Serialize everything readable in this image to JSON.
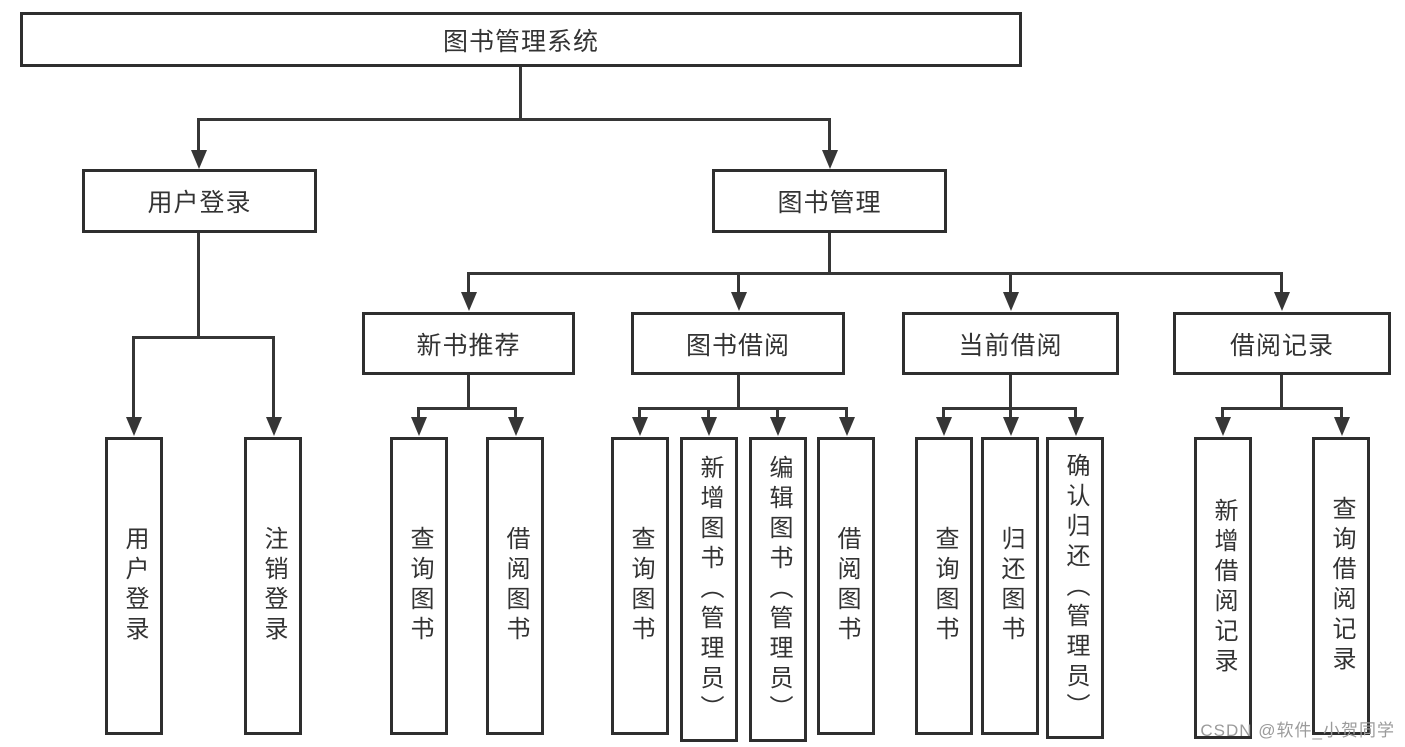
{
  "tree": {
    "label": "图书管理系统",
    "children": [
      {
        "label": "用户登录",
        "children": [
          {
            "label": "用户登录"
          },
          {
            "label": "注销登录"
          }
        ]
      },
      {
        "label": "图书管理",
        "children": [
          {
            "label": "新书推荐",
            "children": [
              {
                "label": "查询图书"
              },
              {
                "label": "借阅图书"
              }
            ]
          },
          {
            "label": "图书借阅",
            "children": [
              {
                "label": "查询图书"
              },
              {
                "label": "新增图书（管理员）"
              },
              {
                "label": "编辑图书（管理员）"
              },
              {
                "label": "借阅图书"
              }
            ]
          },
          {
            "label": "当前借阅",
            "children": [
              {
                "label": "查询图书"
              },
              {
                "label": "归还图书"
              },
              {
                "label": "确认归还（管理员）"
              }
            ]
          },
          {
            "label": "借阅记录",
            "children": [
              {
                "label": "新增借阅记录"
              },
              {
                "label": "查询借阅记录"
              }
            ]
          }
        ]
      }
    ]
  },
  "watermark": "CSDN @软件_小贺同学",
  "colors": {
    "line": "#363636",
    "box_border": "#2e2e2e",
    "text": "#333333",
    "watermark": "#9b9b9b",
    "background": "#ffffff"
  }
}
